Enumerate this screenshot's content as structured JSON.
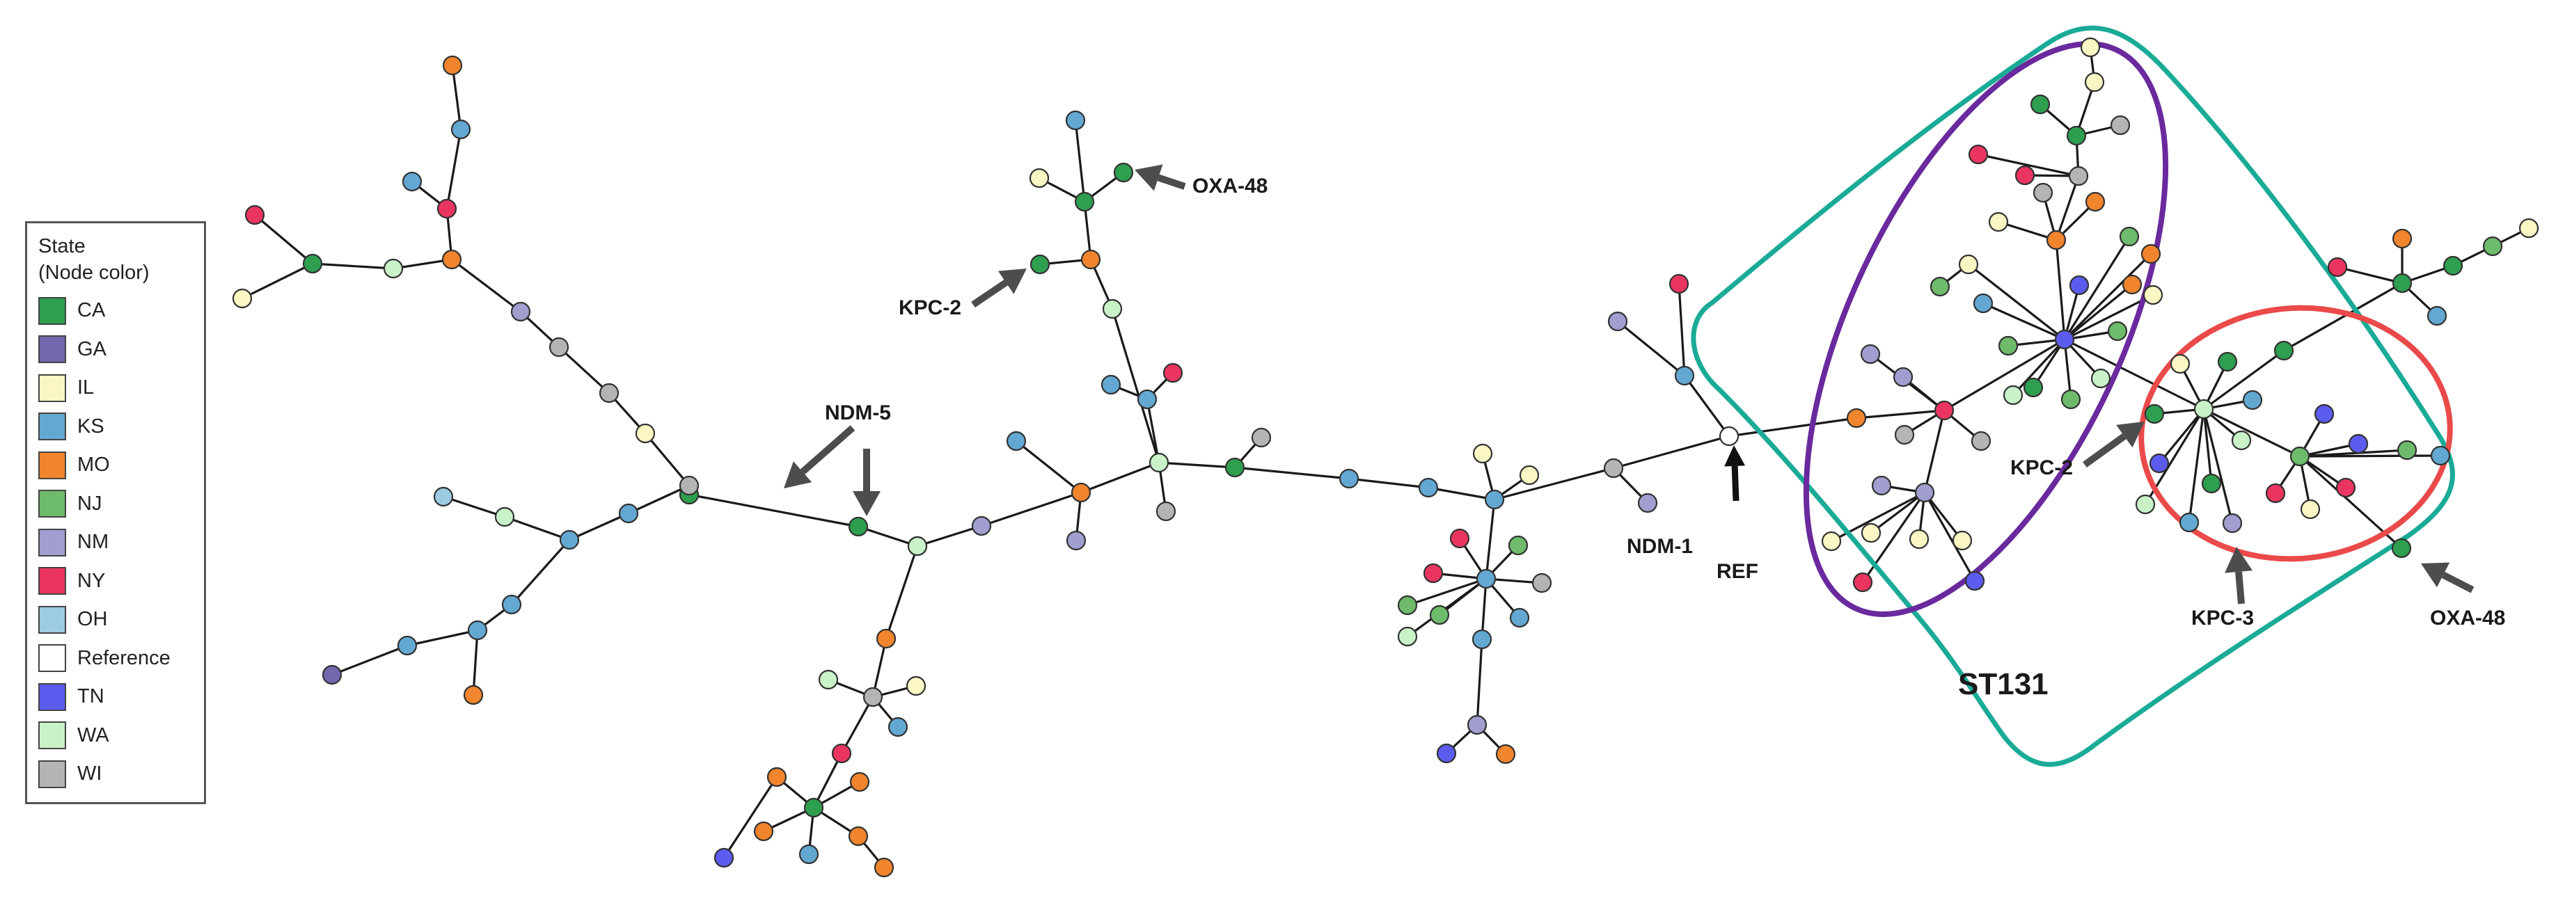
{
  "legend": {
    "title_line1": "State",
    "title_line2": "(Node color)",
    "items": [
      {
        "label": "CA",
        "color": "#2e9e4f"
      },
      {
        "label": "GA",
        "color": "#7467ad"
      },
      {
        "label": "IL",
        "color": "#fbf7c4"
      },
      {
        "label": "KS",
        "color": "#63a8d2"
      },
      {
        "label": "MO",
        "color": "#f0852d"
      },
      {
        "label": "NJ",
        "color": "#6dbb6b"
      },
      {
        "label": "NM",
        "color": "#a09fd0"
      },
      {
        "label": "NY",
        "color": "#ea3561"
      },
      {
        "label": "OH",
        "color": "#9ccbe2"
      },
      {
        "label": "Reference",
        "color": "#ffffff"
      },
      {
        "label": "TN",
        "color": "#5b5cee"
      },
      {
        "label": "WA",
        "color": "#c9f2c9"
      },
      {
        "label": "WI",
        "color": "#b4b4b4"
      }
    ]
  },
  "annotations": {
    "ndm5": "NDM-5",
    "oxa48_top": "OXA-48",
    "kpc2_left": "KPC-2",
    "ndm1": "NDM-1",
    "ref": "REF",
    "kpc2_right": "KPC-2",
    "kpc3": "KPC-3",
    "oxa48_right": "OXA-48",
    "st131": "ST131"
  },
  "cluster_colors": {
    "st131_outline": "#1aab97",
    "purple_outline": "#6a2a9e",
    "red_outline": "#ea4a4a"
  }
}
